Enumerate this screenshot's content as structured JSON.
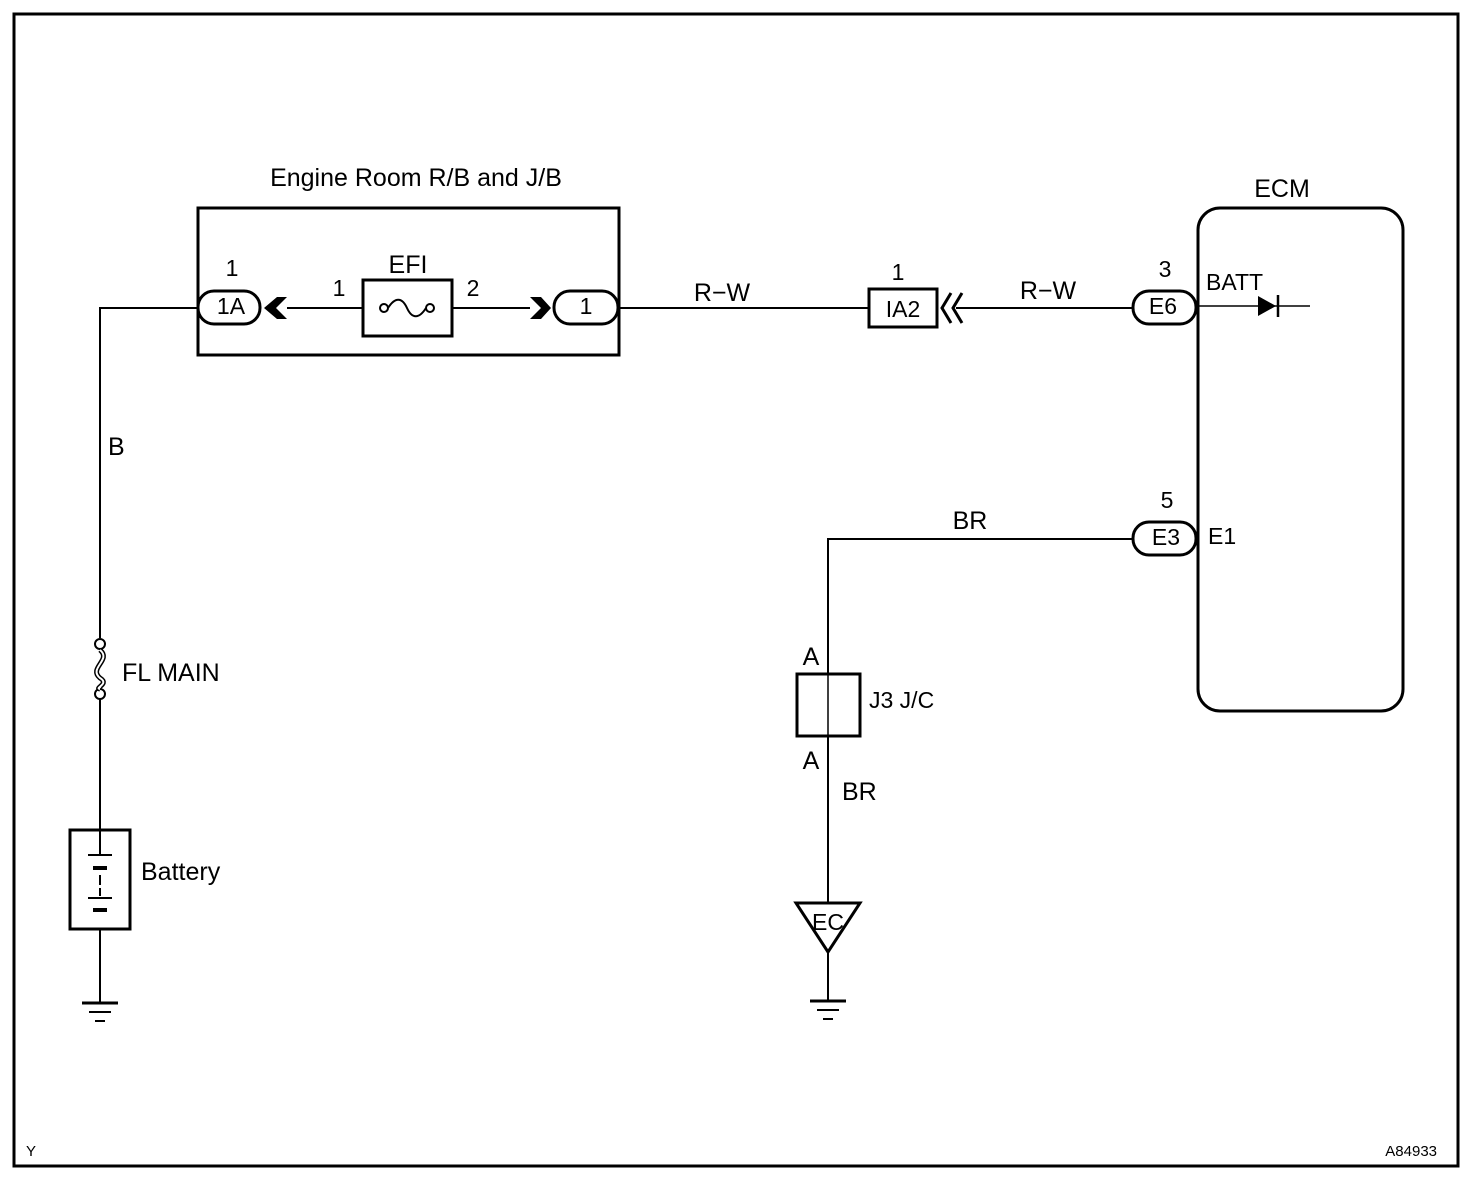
{
  "relay_block": {
    "title": "Engine Room R/B and J/B",
    "fuse_name": "EFI",
    "fuse_pin_in": "1",
    "fuse_pin_out": "2",
    "conn_in_label": "1A",
    "conn_in_pin": "1",
    "conn_out_label": "1"
  },
  "wires": {
    "b": "B",
    "rw_left": "R−W",
    "rw_right": "R−W",
    "br_top": "BR",
    "br_bottom": "BR"
  },
  "inline_connector": {
    "label": "IA2",
    "pin": "1"
  },
  "ecm": {
    "title": "ECM",
    "conn_batt_label": "E6",
    "conn_batt_pin": "3",
    "batt_terminal": "BATT",
    "conn_gnd_label": "E3",
    "conn_gnd_pin": "5",
    "gnd_terminal": "E1"
  },
  "fusible_link": {
    "label": "FL MAIN"
  },
  "battery": {
    "label": "Battery"
  },
  "junction": {
    "label": "J3 J/C",
    "pin_top": "A",
    "pin_bottom": "A"
  },
  "ground_point": {
    "label": "EC"
  },
  "corner_left": "Y",
  "figure_code": "A84933",
  "icons": {
    "fuse": "fuse-icon",
    "fusible_link": "fusible-link-icon",
    "battery": "battery-icon",
    "ground": "ground-icon",
    "diode": "diode-icon"
  }
}
